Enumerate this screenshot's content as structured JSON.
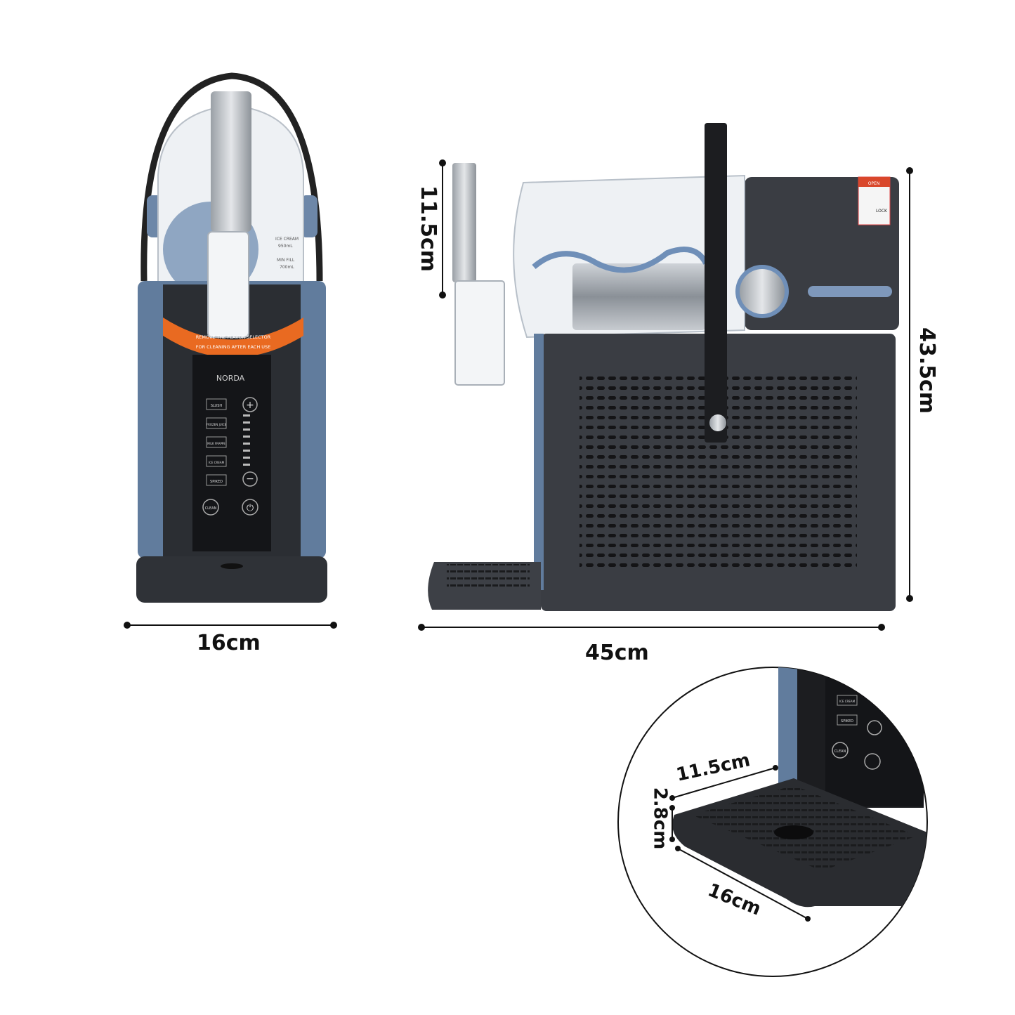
{
  "front_view": {
    "brand_label": "NORDA",
    "banner_line1": "REMOVE THE FLAVOR SELECTOR",
    "banner_line2": "FOR CLEANING AFTER EACH USE",
    "jar_mark_1": "ICE CREAM",
    "jar_mark_1_volume": "950mL",
    "jar_mark_2": "MIN FILL",
    "jar_mark_2_volume": "700mL",
    "buttons": [
      "SLUSH",
      "FROZEN JUICE",
      "MILK FRAPPE",
      "ICE CREAM",
      "SPIKED"
    ],
    "clean_label": "CLEAN",
    "width_label": "16cm"
  },
  "side_view": {
    "spout_height_label": "11.5cm",
    "height_label": "43.5cm",
    "length_label": "45cm",
    "lock_open_label": "OPEN",
    "lock_lock_label": "LOCK"
  },
  "tray_detail": {
    "depth_label": "11.5cm",
    "height_label": "2.8cm",
    "width_label": "16cm",
    "buttons": [
      "ICE CREAM",
      "SPIKED"
    ],
    "clean_label": "CLEAN"
  }
}
